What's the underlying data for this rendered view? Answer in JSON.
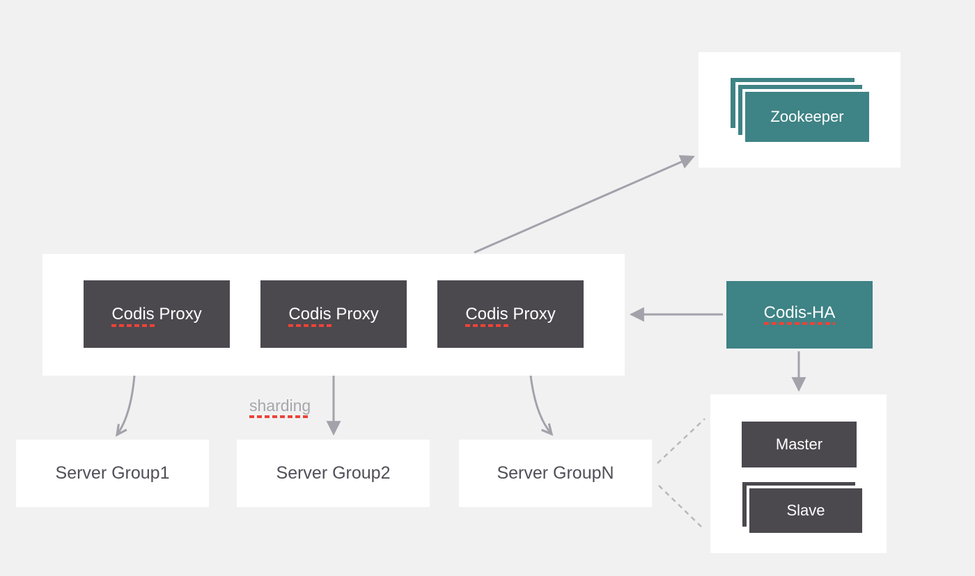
{
  "colors": {
    "background": "#f1f1f2",
    "panel": "#ffffff",
    "teal": "#3e8385",
    "dark": "#4b484e",
    "arrow": "#a3a2aa",
    "dashed_link": "#b8b7bc",
    "spellcheck_red": "#ec4338",
    "label_dark": "#514e57",
    "label_light": "#ffffff",
    "sharding_gray": "#a7a6ab"
  },
  "zookeeper": {
    "label": "Zookeeper"
  },
  "proxy_panel": {
    "proxies": [
      {
        "misspelled": "Codis",
        "rest": " Proxy"
      },
      {
        "misspelled": "Codis",
        "rest": " Proxy"
      },
      {
        "misspelled": "Codis",
        "rest": " Proxy"
      }
    ]
  },
  "codis_ha": {
    "misspelled": "Codis-HA"
  },
  "sharding": {
    "label": "sharding"
  },
  "server_groups": [
    {
      "label": "Server Group1"
    },
    {
      "label": "Server Group2"
    },
    {
      "label": "Server GroupN"
    }
  ],
  "replica_panel": {
    "master_label": "Master",
    "slave_label": "Slave"
  }
}
